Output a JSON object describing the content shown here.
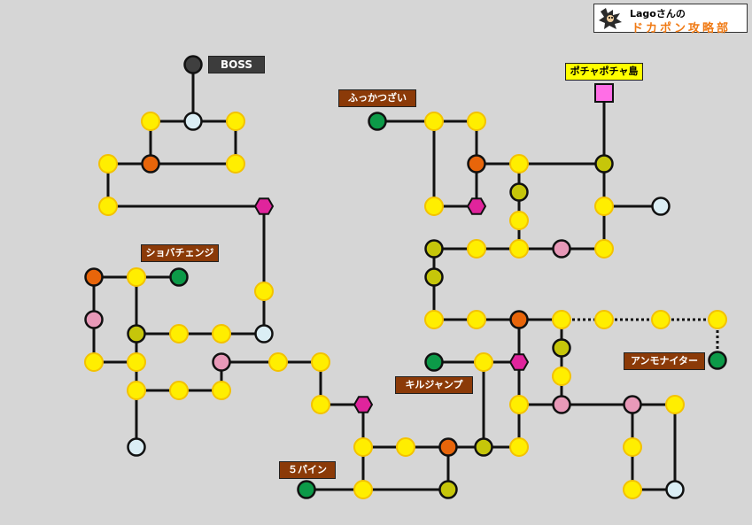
{
  "logo": {
    "top_text": "Lagoさんの",
    "bottom_text": "ドカポン攻略部",
    "mascot_icon": "mascot-icon"
  },
  "labels": {
    "boss": "BOSS",
    "fukkatsu": "ふっかつざい",
    "pochapocha": "ポチャポチャ島",
    "shobachenji": "ショバチェンジ",
    "ammonite": "アンモナイター",
    "kirujump": "キルジャンプ",
    "five_pine": "５パイン"
  },
  "colors": {
    "background": "#d6d6d6",
    "yellow": "#ffee00",
    "orange": "#e8650a",
    "green": "#0c9a48",
    "pink": "#e899b8",
    "white": "#dbeef5",
    "olive": "#c6c60a",
    "magenta": "#e0249c",
    "dark": "#3f3f3f",
    "brand_orange": "#f07a14"
  },
  "legend_space_types": [
    "yellow",
    "orange",
    "green",
    "pink",
    "white",
    "olive",
    "magenta",
    "dark",
    "pinksquare"
  ]
}
